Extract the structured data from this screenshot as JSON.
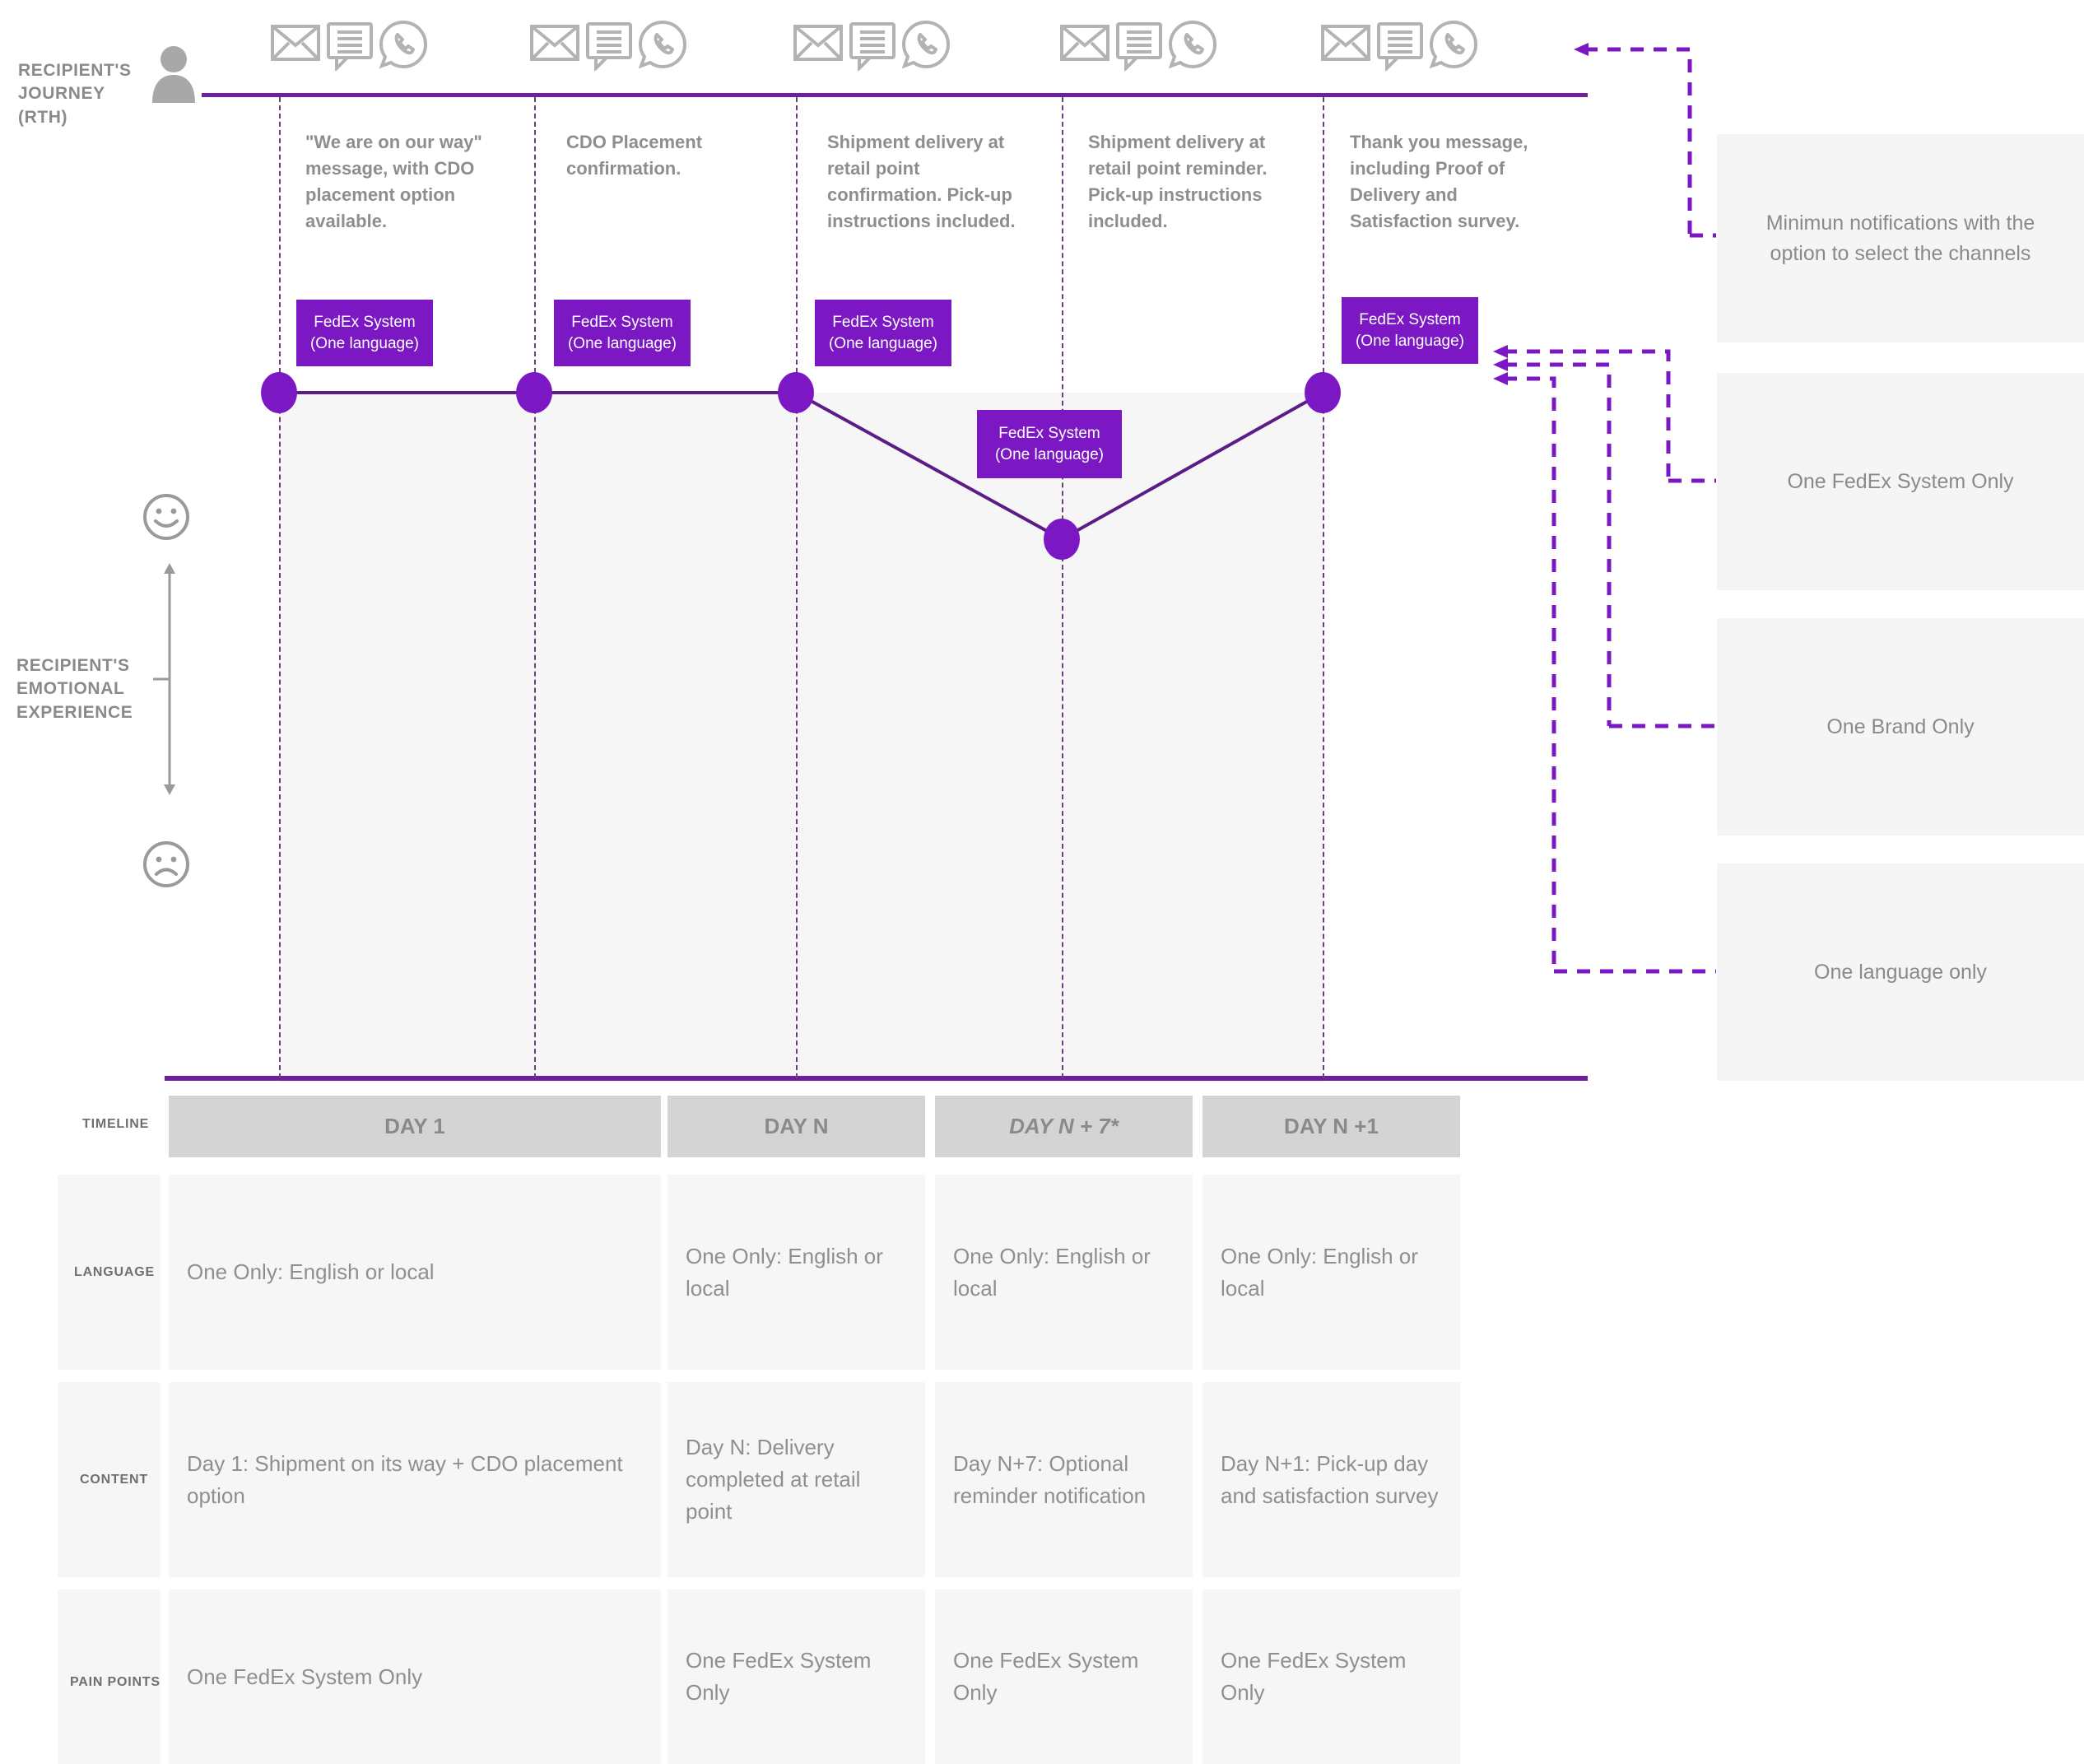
{
  "axes": {
    "journey_label": "RECIPIENT'S JOURNEY (RTH)",
    "emotion_label": "RECIPIENT'S EMOTIONAL EXPERIENCE",
    "happy_face": "happy-face-icon",
    "sad_face": "sad-face-icon",
    "avatar": "person-avatar-icon"
  },
  "channels": {
    "icons": [
      "email-icon",
      "sms-chat-icon",
      "phone-call-icon"
    ],
    "groups": 5
  },
  "touchpoints": [
    {
      "id": "tp1",
      "description": "\"We are on our way\" message, with CDO placement option available.",
      "tag_line1": "FedEx System",
      "tag_line2": "(One language)"
    },
    {
      "id": "tp2",
      "description": "CDO Placement confirmation.",
      "tag_line1": "FedEx System",
      "tag_line2": "(One language)"
    },
    {
      "id": "tp3",
      "description": "Shipment delivery at retail point confirmation. Pick-up instructions included.",
      "tag_line1": "FedEx System",
      "tag_line2": "(One language)"
    },
    {
      "id": "tp4",
      "description": "Shipment delivery at retail point reminder. Pick-up instructions included.",
      "tag_line1": "FedEx System",
      "tag_line2": "(One language)"
    },
    {
      "id": "tp5",
      "description": "Thank you message, including Proof of Delivery and Satisfaction survey.",
      "tag_line1": "FedEx System",
      "tag_line2": "(One language)"
    }
  ],
  "requirements": [
    {
      "text": "Minimun notifications with the option to select the channels"
    },
    {
      "text": "One FedEx System Only"
    },
    {
      "text": "One Brand Only"
    },
    {
      "text": "One language only"
    }
  ],
  "timeline": {
    "label": "TIMELINE",
    "cells": [
      {
        "label": "DAY 1",
        "italic": false
      },
      {
        "label": "DAY N",
        "italic": false
      },
      {
        "label": "DAY N + 7*",
        "italic": true
      },
      {
        "label": "DAY N +1",
        "italic": false
      }
    ]
  },
  "matrix": {
    "rows": [
      {
        "label": "LANGUAGE",
        "cells": [
          "One Only: English or local",
          "One Only: English or local",
          "One Only: English or local",
          "One Only: English or local"
        ]
      },
      {
        "label": "CONTENT",
        "cells": [
          "Day 1: Shipment on its way + CDO placement option",
          "Day N: Delivery completed at retail point",
          "Day N+7: Optional reminder notification",
          "Day N+1: Pick-up day and satisfaction survey"
        ]
      },
      {
        "label": "PAIN POINTS",
        "cells": [
          "One FedEx System Only",
          "One FedEx System Only",
          "One FedEx System Only",
          "One FedEx System Only"
        ]
      }
    ]
  },
  "chart_data": {
    "type": "line",
    "title": "Recipient's emotional experience across the journey",
    "xlabel": "Timeline",
    "ylabel": "Recipient's emotional experience",
    "categories": [
      "DAY 1",
      "DAY 1",
      "DAY N",
      "DAY N + 7*",
      "DAY N +1"
    ],
    "x": [
      "\"We are on our way\" message, with CDO placement option available.",
      "CDO Placement confirmation.",
      "Shipment delivery at retail point confirmation. Pick-up instructions included.",
      "Shipment delivery at retail point reminder. Pick-up instructions included.",
      "Thank you message, including Proof of Delivery and Satisfaction survey."
    ],
    "values": [
      0.72,
      0.72,
      0.72,
      0.45,
      0.72
    ],
    "ylim": [
      0,
      1
    ],
    "ytick_labels": [
      "sad-face-icon",
      "happy-face-icon"
    ],
    "grid": false,
    "legend": "none",
    "series_color": "#6d1fa0",
    "marker_color": "#7B18C4"
  },
  "colors": {
    "purple": "#7B18C4",
    "deep_purple": "#6d1fa0",
    "gray_text": "#8a8a8a",
    "panel_gray": "#f5f5f5",
    "timeline_gray": "#d4d4d4",
    "icon_gray": "#b3b3b3"
  }
}
